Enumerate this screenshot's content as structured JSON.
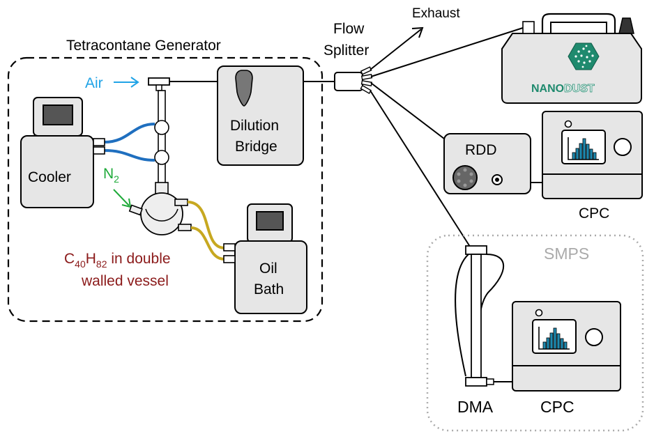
{
  "labels": {
    "generator": "Tetracontane Generator",
    "air": "Air",
    "n2_main": "N",
    "n2_sub": "2",
    "cooler": "Cooler",
    "dilution_line1": "Dilution",
    "dilution_line2": "Bridge",
    "oil_line1": "Oil",
    "oil_line2": "Bath",
    "vessel_c": "C",
    "vessel_c_sub": "40",
    "vessel_h": "H",
    "vessel_h_sub": "82",
    "vessel_rest": " in double",
    "vessel_line2": "walled vessel",
    "flow_line1": "Flow",
    "flow_line2": "Splitter",
    "exhaust": "Exhaust",
    "nano_a": "NANO",
    "nano_b": "DUST",
    "rdd": "RDD",
    "cpc_top": "CPC",
    "smps": "SMPS",
    "dma": "DMA",
    "cpc_bottom": "CPC"
  },
  "colors": {
    "air": "#1fa3e6",
    "n2": "#1faa3a",
    "vessel": "#8b1a1a",
    "cooling_tube": "#1f6fbf",
    "oil_tube": "#c7a820",
    "device_fill": "#e6e6e6",
    "nano_hex": "#1f8a6e",
    "nano_text": "#1aa37a",
    "histogram": "#1f8ab0",
    "smps_border": "#aaaaaa"
  }
}
